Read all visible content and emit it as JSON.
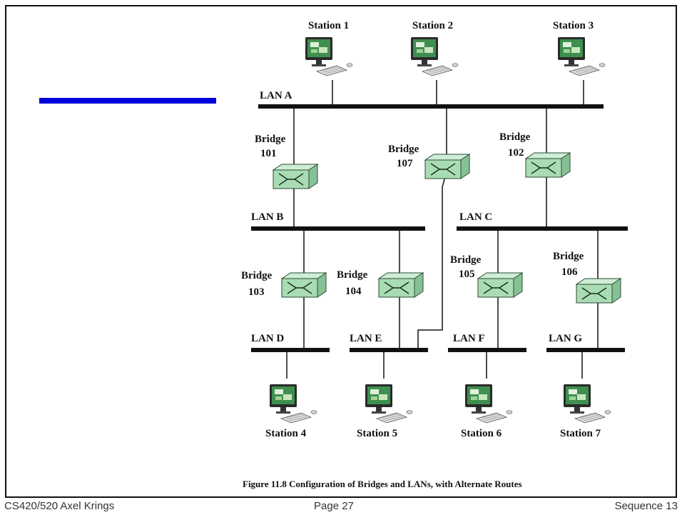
{
  "stations": [
    {
      "id": "s1",
      "label": "Station 1"
    },
    {
      "id": "s2",
      "label": "Station 2"
    },
    {
      "id": "s3",
      "label": "Station 3"
    },
    {
      "id": "s4",
      "label": "Station 4"
    },
    {
      "id": "s5",
      "label": "Station 5"
    },
    {
      "id": "s6",
      "label": "Station 6"
    },
    {
      "id": "s7",
      "label": "Station 7"
    }
  ],
  "lans": [
    {
      "id": "A",
      "label": "LAN A"
    },
    {
      "id": "B",
      "label": "LAN B"
    },
    {
      "id": "C",
      "label": "LAN C"
    },
    {
      "id": "D",
      "label": "LAN D"
    },
    {
      "id": "E",
      "label": "LAN E"
    },
    {
      "id": "F",
      "label": "LAN F"
    },
    {
      "id": "G",
      "label": "LAN G"
    }
  ],
  "bridges": [
    {
      "id": "101",
      "line1": "Bridge",
      "line2": "101",
      "connects": [
        "A",
        "B"
      ]
    },
    {
      "id": "102",
      "line1": "Bridge",
      "line2": "102",
      "connects": [
        "A",
        "C"
      ]
    },
    {
      "id": "103",
      "line1": "Bridge",
      "line2": "103",
      "connects": [
        "B",
        "D"
      ]
    },
    {
      "id": "104",
      "line1": "Bridge",
      "line2": "104",
      "connects": [
        "B",
        "E"
      ]
    },
    {
      "id": "105",
      "line1": "Bridge",
      "line2": "105",
      "connects": [
        "C",
        "F"
      ]
    },
    {
      "id": "106",
      "line1": "Bridge",
      "line2": "106",
      "connects": [
        "C",
        "G"
      ]
    },
    {
      "id": "107",
      "line1": "Bridge",
      "line2": "107",
      "connects": [
        "A",
        "E"
      ]
    }
  ],
  "caption": "Figure 11.8  Configuration of Bridges and LANs, with Alternate Routes",
  "footer": {
    "left": "CS420/520 Axel Krings",
    "center": "Page 27",
    "right": "Sequence 13"
  },
  "colors": {
    "accent_bar": "#0000dd",
    "bridge_fill": "#a8dcb4",
    "monitor_screen": "#3f8f4f",
    "line": "#111111"
  }
}
